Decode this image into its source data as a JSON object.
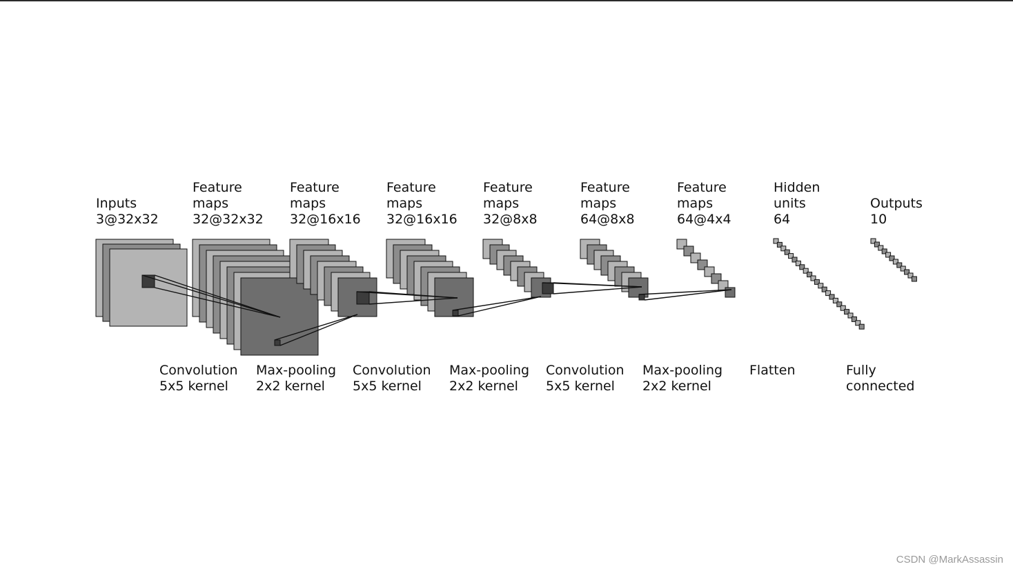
{
  "layers": [
    {
      "title": "Inputs",
      "subtitle": "3@32x32"
    },
    {
      "title": "Feature\nmaps",
      "subtitle": "32@32x32"
    },
    {
      "title": "Feature\nmaps",
      "subtitle": "32@16x16"
    },
    {
      "title": "Feature\nmaps",
      "subtitle": "32@16x16"
    },
    {
      "title": "Feature\nmaps",
      "subtitle": "32@8x8"
    },
    {
      "title": "Feature\nmaps",
      "subtitle": "64@8x8"
    },
    {
      "title": "Feature\nmaps",
      "subtitle": "64@4x4"
    },
    {
      "title": "Hidden\nunits",
      "subtitle": "64"
    },
    {
      "title": "Outputs",
      "subtitle": "10"
    }
  ],
  "operations": [
    {
      "line1": "Convolution",
      "line2": "5x5 kernel"
    },
    {
      "line1": "Max-pooling",
      "line2": "2x2 kernel"
    },
    {
      "line1": "Convolution",
      "line2": "5x5 kernel"
    },
    {
      "line1": "Max-pooling",
      "line2": "2x2 kernel"
    },
    {
      "line1": "Convolution",
      "line2": "5x5 kernel"
    },
    {
      "line1": "Max-pooling",
      "line2": "2x2 kernel"
    },
    {
      "line1": "Flatten",
      "line2": ""
    },
    {
      "line1": "Fully",
      "line2": "connected"
    }
  ],
  "watermark": "CSDN @MarkAssassin",
  "colors": {
    "light_map": "#b4b4b4",
    "mid_map": "#8c8c8c",
    "dark_map": "#6e6e6e",
    "kernel": "#3c3c3c",
    "stroke": "#111111"
  }
}
